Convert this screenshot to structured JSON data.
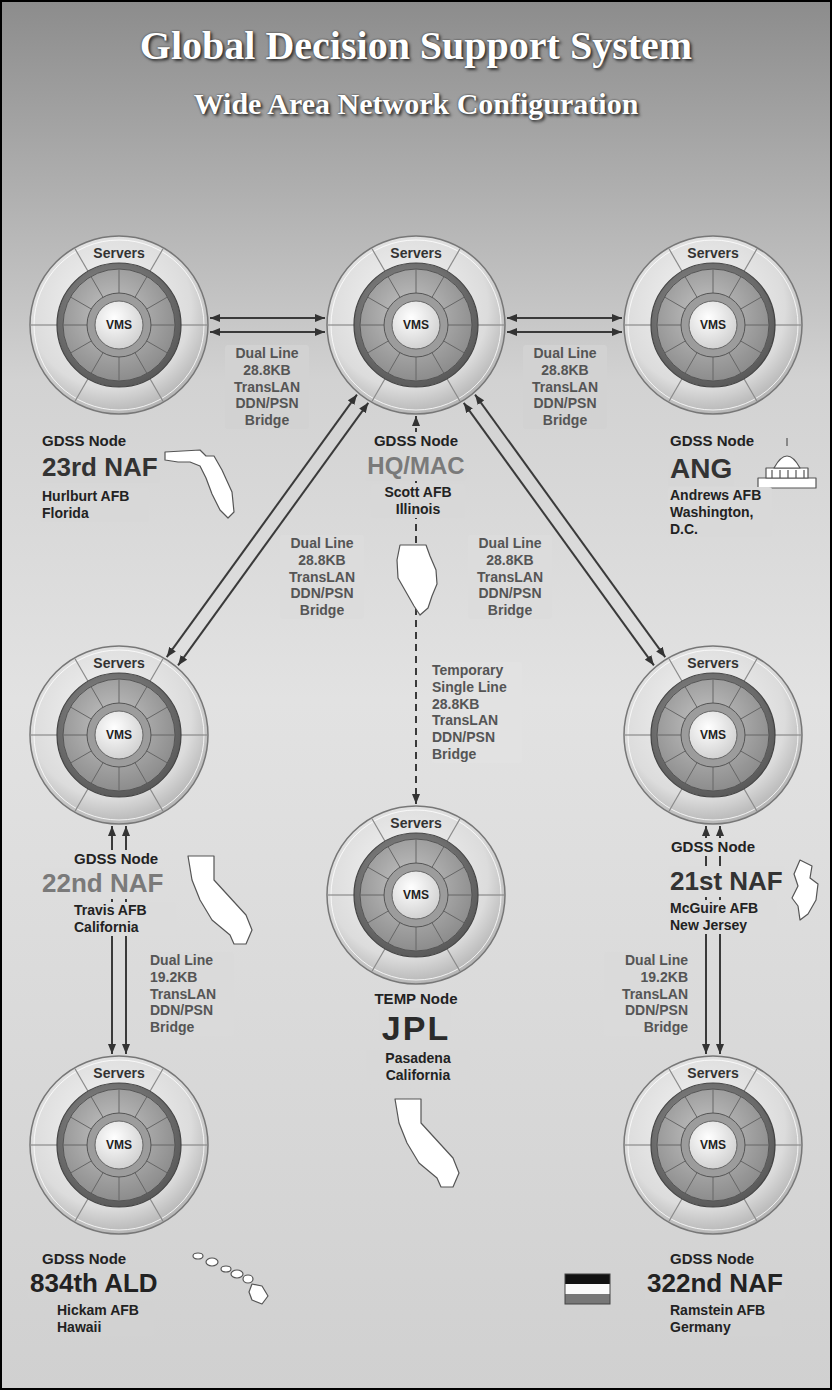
{
  "diagram": {
    "title": "Global Decision Support System",
    "nodes": [
      {
        "text": [
          "Servers",
          "VMS",
          "GDSS Node",
          "23rd NAF",
          "Hurlburt AFB Florida"
        ]
      },
      {
        "text": [
          "Servers",
          "VMS",
          "GDSS Node",
          "HQ/MAC",
          "Scott AFB Illinois"
        ]
      },
      {
        "text": [
          "Servers",
          "VMS",
          "GDSS Node",
          "ANG",
          "Andrews AFB Washington, D.C."
        ]
      },
      {
        "text": [
          "Servers",
          "VMS",
          "GDSS Node",
          "22nd NAF",
          "Travis AFB California"
        ]
      },
      {
        "text": [
          "Servers",
          "VMS",
          "GDSS Node",
          "21st NAF",
          "McGuire AFB New Jersey"
        ]
      },
      {
        "text": [
          "Servers",
          "VMS",
          "TEMP Node",
          "JPL",
          "Pasadena California"
        ]
      },
      {
        "text": [
          "Servers",
          "VMS",
          "GDSS Node",
          "834th ALD",
          "Hickam AFB Hawaii"
        ]
      },
      {
        "text": [
          "Servers",
          "VMS",
          "GDSS Node",
          "322nd NAF",
          "Ramstein AFB Germany"
        ]
      }
    ],
    "edges": [
      {
        "from": 0,
        "to": 1,
        "arrow": "both",
        "label": "Dual Line 28.8KB TransLAN DDN/PSN Bridge"
      },
      {
        "from": 1,
        "to": 2,
        "arrow": "both",
        "label": "Dual Line 28.8KB TransLAN DDN/PSN Bridge"
      },
      {
        "from": 1,
        "to": 3,
        "arrow": "both",
        "label": "Dual Line 28.8KB TransLAN DDN/PSN Bridge"
      },
      {
        "from": 1,
        "to": 4,
        "arrow": "both",
        "label": "Dual Line 28.8KB TransLAN DDN/PSN Bridge"
      },
      {
        "from": 1,
        "to": 5,
        "arrow": "both",
        "label": "Temporary Single Line 28.8KB TransLAN DDN/PSN Bridge"
      },
      {
        "from": 3,
        "to": 6,
        "arrow": "both",
        "label": "Dual Line 19.2KB TransLAN DDN/PSN Bridge"
      },
      {
        "from": 4,
        "to": 7,
        "arrow": "both",
        "label": "Dual Line 19.2KB TransLAN DDN/PSN Bridge"
      }
    ],
    "labels": [
      "Wide Area Network Configuration"
    ]
  }
}
